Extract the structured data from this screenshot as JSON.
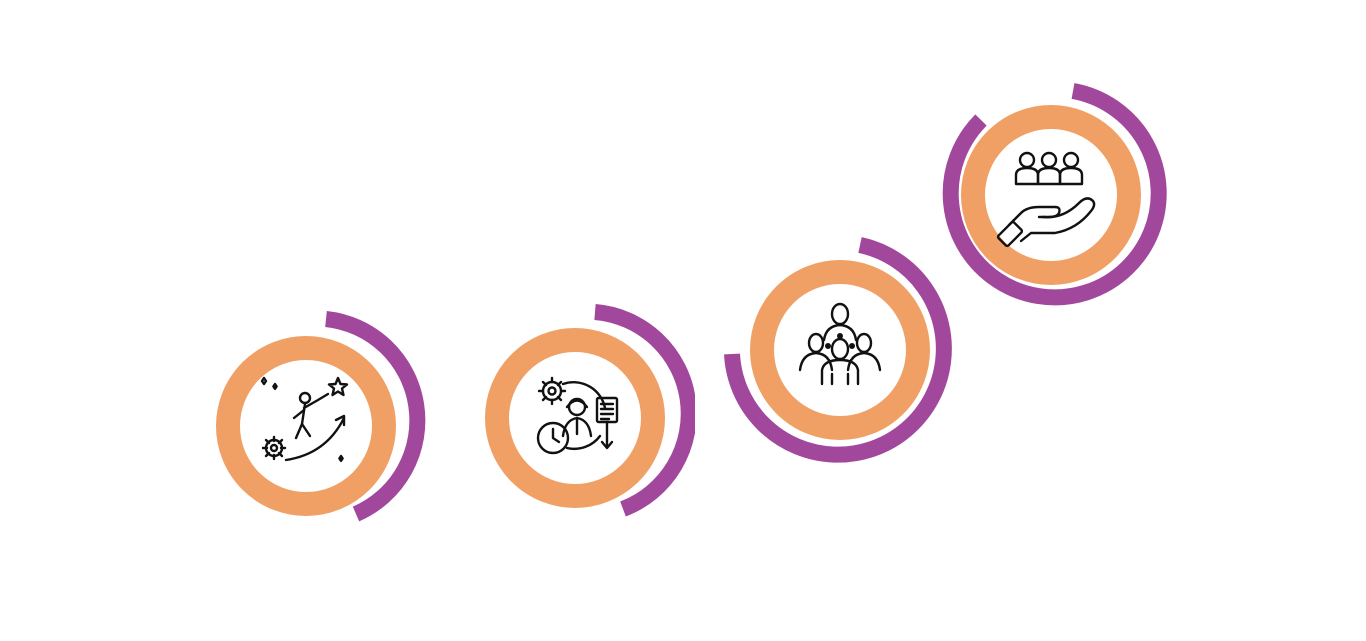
{
  "colors": {
    "accent_orange": "#F0A065",
    "accent_purple": "#A2489C",
    "icon_stroke": "#111111",
    "background": "#FFFFFF"
  },
  "steps": [
    {
      "icon": "climbing-achievement-icon",
      "arc_fraction": 0.4
    },
    {
      "icon": "workflow-process-icon",
      "arc_fraction": 0.42
    },
    {
      "icon": "team-network-icon",
      "arc_fraction": 0.62
    },
    {
      "icon": "community-support-icon",
      "arc_fraction": 0.88
    }
  ]
}
